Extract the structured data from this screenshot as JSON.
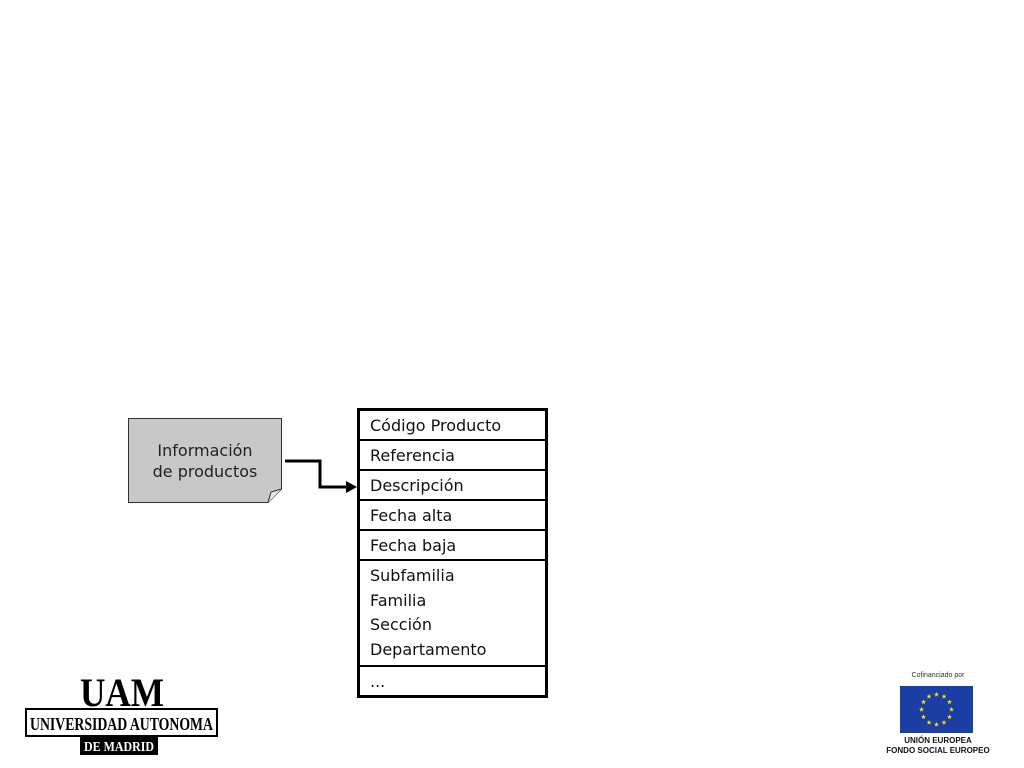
{
  "source": {
    "label_line1": "Información",
    "label_line2": "de productos"
  },
  "fields": [
    "Código Producto",
    "Referencia",
    "Descripción",
    "Fecha alta",
    "Fecha baja"
  ],
  "group_fields": [
    "Subfamilia",
    "Familia",
    "Sección",
    "Departamento"
  ],
  "ellipsis": "...",
  "logos": {
    "uam_wordmark": "UAM",
    "uam_line1": "UNIVERSIDAD AUTONOMA",
    "uam_line2": "DE MADRID",
    "eu_caption": "Cofinanciado por",
    "eu_line1": "UNIÓN EUROPEA",
    "eu_line2": "FONDO SOCIAL EUROPEO"
  },
  "colors": {
    "doc_fill": "#c8c8c8",
    "eu_blue": "#1a3ea3",
    "eu_star": "#ffdd00"
  }
}
